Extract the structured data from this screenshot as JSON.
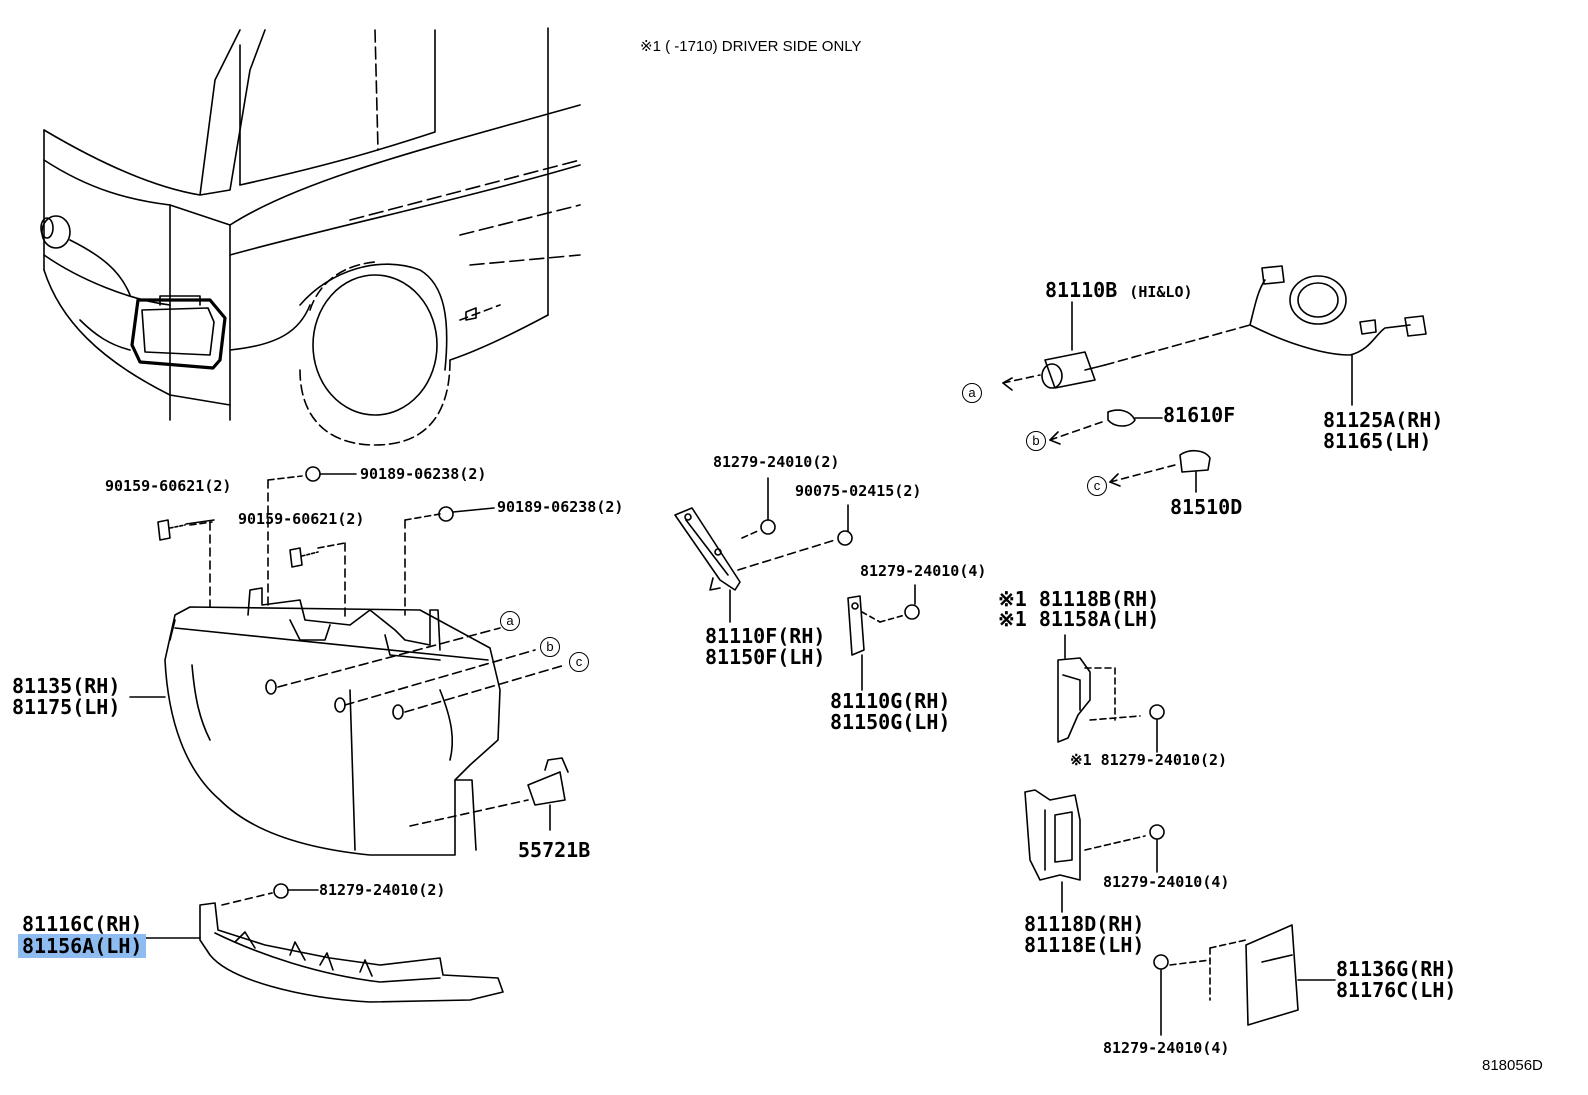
{
  "note": "※1 (      -1710) DRIVER SIDE ONLY",
  "drawing_number": "818056D",
  "highlight_color": "#8fbcf0",
  "callouts": {
    "a": "a",
    "b": "b",
    "c": "c"
  },
  "parts": {
    "bulb_hilo": {
      "number": "81110B",
      "suffix": "(HI&LO)"
    },
    "bulb_b": "81610F",
    "bulb_c": "81510D",
    "socket_rh": "81125A(RH)",
    "socket_lh": "81165(LH)",
    "bolt_a_left": "90159-60621(2)",
    "bolt_a_mid": "90159-60621(2)",
    "nut_a_top": "90189-06238(2)",
    "nut_a_right": "90189-06238(2)",
    "headlamp_rh": "81135(RH)",
    "headlamp_lh": "81175(LH)",
    "bracket_label": "55721B",
    "screw_lower": "81279-24010(2)",
    "cover_rh": "81116C(RH)",
    "cover_lh": "81156A(LH)",
    "screw_f": "81279-24010(2)",
    "screw_f2": "90075-02415(2)",
    "bracket_f_rh": "81110F(RH)",
    "bracket_f_lh": "81150F(LH)",
    "screw_g": "81279-24010(4)",
    "bracket_g_rh": "81110G(RH)",
    "bracket_g_lh": "81150G(LH)",
    "bracket_b_rh": "※1 81118B(RH)",
    "bracket_b_lh": "※1 81158A(LH)",
    "screw_b": "※1 81279-24010(2)",
    "screw_d": "81279-24010(4)",
    "bracket_d_rh": "81118D(RH)",
    "bracket_d_lh": "81118E(LH)",
    "screw_panel": "81279-24010(4)",
    "panel_rh": "81136G(RH)",
    "panel_lh": "81176C(LH)"
  }
}
